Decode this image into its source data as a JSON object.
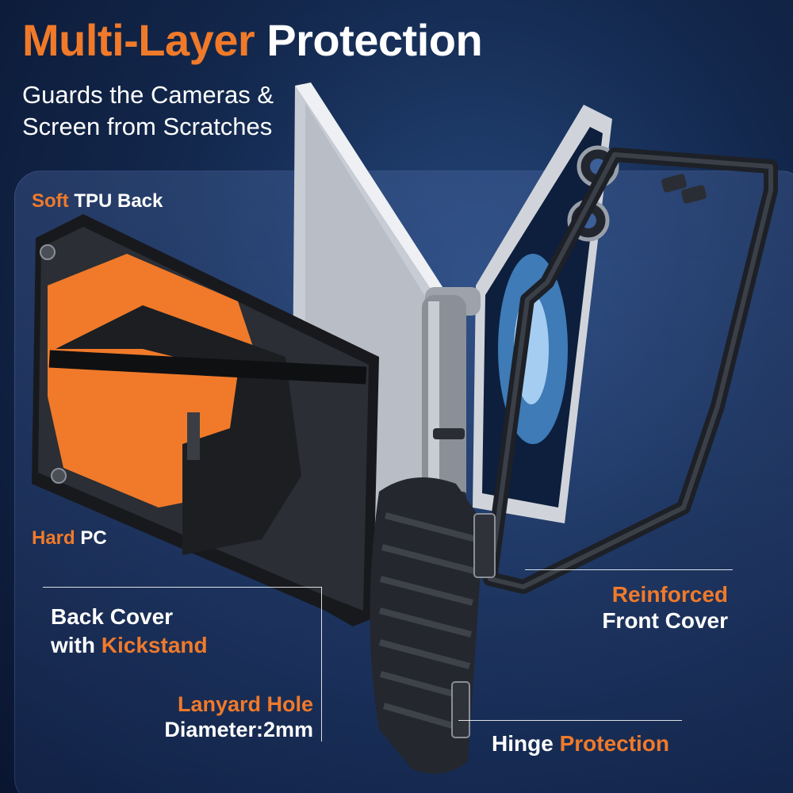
{
  "title": {
    "accent": "Multi-Layer",
    "plain": "Protection"
  },
  "subtitle": "Guards the Cameras & Screen from Scratches",
  "labels": {
    "soft_tpu": {
      "accent": "Soft",
      "rest": "TPU Back"
    },
    "hard_pc": {
      "accent": "Hard",
      "rest": "PC"
    },
    "back_cover": {
      "line1": "Back Cover",
      "line2_plain": "with",
      "line2_accent": "Kickstand"
    },
    "lanyard": {
      "accent": "Lanyard Hole",
      "rest": "Diameter:2mm"
    },
    "front_cover": {
      "accent": "Reinforced",
      "rest": "Front Cover"
    },
    "hinge": {
      "plain": "Hinge",
      "accent": "Protection"
    }
  },
  "colors": {
    "accent": "#f07a2a",
    "background": "#13284d",
    "text": "#ffffff"
  }
}
